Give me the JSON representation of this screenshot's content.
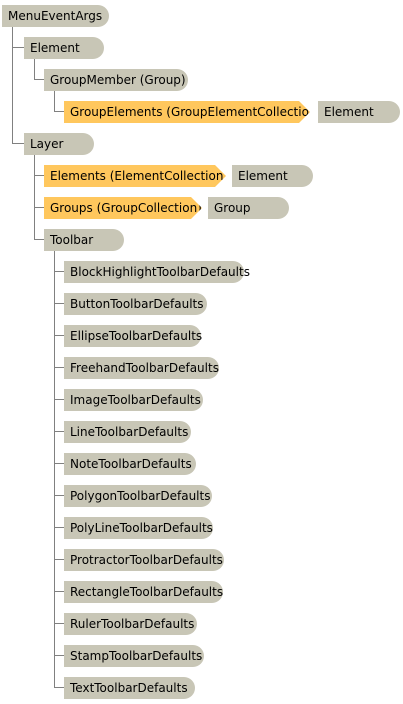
{
  "diagram": {
    "root": "MenuEventArgs",
    "element": "Element",
    "group_member": "GroupMember (Group)",
    "group_elements": "GroupElements (GroupElementCollection)",
    "group_elements_target": "Element",
    "layer": "Layer",
    "elements": "Elements (ElementCollection)",
    "elements_target": "Element",
    "groups": "Groups (GroupCollection)",
    "groups_target": "Group",
    "toolbar": "Toolbar",
    "toolbar_defaults": [
      "BlockHighlightToolbarDefaults",
      "ButtonToolbarDefaults",
      "EllipseToolbarDefaults",
      "FreehandToolbarDefaults",
      "ImageToolbarDefaults",
      "LineToolbarDefaults",
      "NoteToolbarDefaults",
      "PolygonToolbarDefaults",
      "PolyLineToolbarDefaults",
      "ProtractorToolbarDefaults",
      "RectangleToolbarDefaults",
      "RulerToolbarDefaults",
      "StampToolbarDefaults",
      "TextToolbarDefaults"
    ]
  },
  "colors": {
    "node_fill": "#c8c6b6",
    "collection_fill": "#ffc75d",
    "connector": "#808080"
  }
}
